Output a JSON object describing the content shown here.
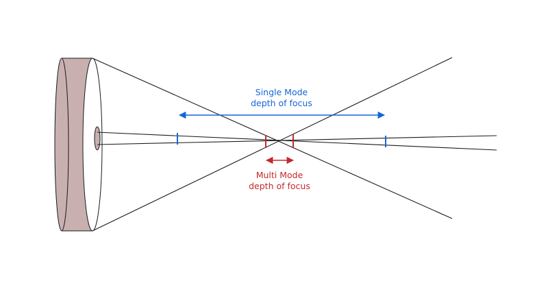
{
  "labels": {
    "single_mode_line1": "Single Mode",
    "single_mode_line2": "depth of focus",
    "multi_mode_line1": "Multi Mode",
    "multi_mode_line2": "depth of focus"
  },
  "colors": {
    "background": "#ffffff",
    "outline": "#1a1a1a",
    "lens_fill": "#c9b0b0",
    "single_mode": "#1565d8",
    "multi_mode": "#c62828"
  }
}
